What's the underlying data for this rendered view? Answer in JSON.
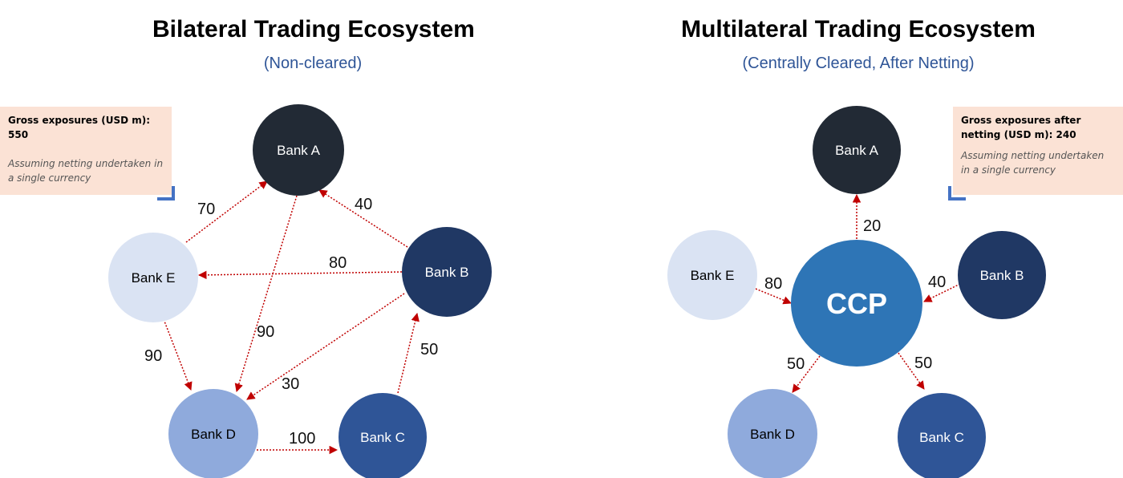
{
  "left": {
    "title": "Bilateral Trading Ecosystem",
    "subtitle": "(Non-cleared)",
    "note": {
      "title": "Gross exposures (USD m): 550",
      "body": "Assuming netting undertaken in a single currency"
    }
  },
  "right": {
    "title": "Multilateral Trading Ecosystem",
    "subtitle": "(Centrally Cleared, After Netting)",
    "note": {
      "title": "Gross exposures after netting (USD m): 240",
      "body": "Assuming netting undertaken in a single currency"
    }
  },
  "colors": {
    "bank_a": "#222a35",
    "bank_b": "#203864",
    "bank_c": "#2f5597",
    "bank_d": "#8faadc",
    "bank_e": "#dae3f3",
    "ccp": "#2e75b6",
    "edge": "#c00000",
    "subtitle": "#2f5597",
    "note_bg": "#fbe2d5"
  },
  "nodes": {
    "bank_a": "Bank A",
    "bank_b": "Bank B",
    "bank_c": "Bank C",
    "bank_d": "Bank D",
    "bank_e": "Bank E",
    "ccp": "CCP"
  },
  "bilateral_edges": [
    {
      "from": "Bank E",
      "to": "Bank A",
      "value": "70"
    },
    {
      "from": "Bank B",
      "to": "Bank A",
      "value": "40"
    },
    {
      "from": "Bank B",
      "to": "Bank E",
      "value": "80"
    },
    {
      "from": "Bank A",
      "to": "Bank D",
      "value": "90"
    },
    {
      "from": "Bank E",
      "to": "Bank D",
      "value": "90"
    },
    {
      "from": "Bank B",
      "to": "Bank D",
      "value": "30"
    },
    {
      "from": "Bank C",
      "to": "Bank B",
      "value": "50"
    },
    {
      "from": "Bank D",
      "to": "Bank C",
      "value": "100"
    }
  ],
  "multilateral_edges": [
    {
      "from": "CCP",
      "to": "Bank A",
      "value": "20"
    },
    {
      "from": "Bank E",
      "to": "CCP",
      "value": "80"
    },
    {
      "from": "Bank B",
      "to": "CCP",
      "value": "40"
    },
    {
      "from": "CCP",
      "to": "Bank D",
      "value": "50"
    },
    {
      "from": "CCP",
      "to": "Bank C",
      "value": "50"
    }
  ]
}
